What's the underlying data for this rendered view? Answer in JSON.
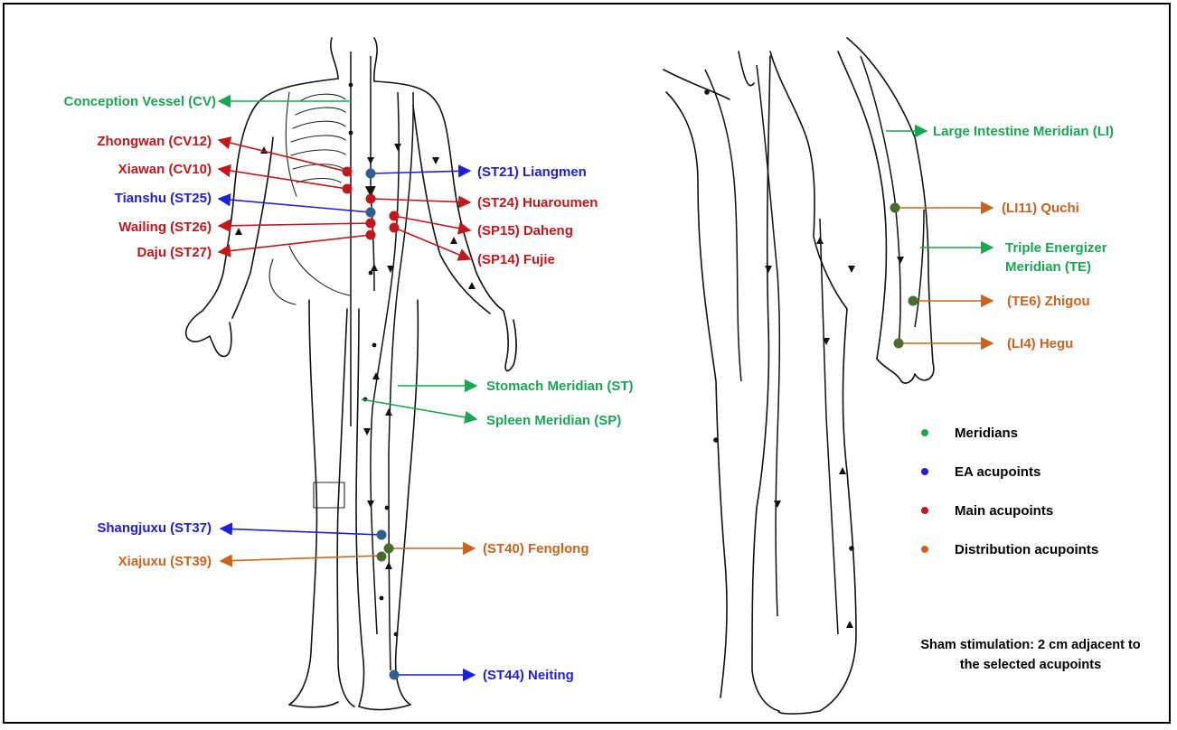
{
  "colors": {
    "meridian": "#1aa655",
    "ea": "#1f1fd8",
    "main": "#c0181c",
    "distribution": "#c8641e",
    "ea_dot": "#2f5f8f",
    "dist_dot": "#4a6a2e"
  },
  "labels": {
    "cv": "Conception Vessel (CV)",
    "cv12": "Zhongwan (CV12)",
    "cv10": "Xiawan (CV10)",
    "st25": "Tianshu (ST25)",
    "st26": "Wailing (ST26)",
    "st27": "Daju (ST27)",
    "st21": "(ST21) Liangmen",
    "st24": "(ST24) Huaroumen",
    "sp15": "(SP15) Daheng",
    "sp14": "(SP14) Fujie",
    "st_meridian": "Stomach Meridian (ST)",
    "sp_meridian": "Spleen Meridian (SP)",
    "st37": "Shangjuxu (ST37)",
    "st39": "Xiajuxu (ST39)",
    "st40": "(ST40) Fenglong",
    "st44": "(ST44) Neiting",
    "li_meridian": "Large Intestine Meridian (LI)",
    "li11": "(LI11) Quchi",
    "te_meridian_line1": "Triple Energizer",
    "te_meridian_line2": "Meridian (TE)",
    "te6": "(TE6) Zhigou",
    "li4": "(LI4) Hegu"
  },
  "legend": [
    {
      "label": "Meridians",
      "color": "#1aa655"
    },
    {
      "label": "EA acupoints",
      "color": "#1f1fd8"
    },
    {
      "label": "Main acupoints",
      "color": "#c0181c"
    },
    {
      "label": "Distribution acupoints",
      "color": "#c8641e"
    }
  ],
  "note": {
    "line1": "Sham stimulation: 2 cm adjacent to",
    "line2": "the selected acupoints"
  }
}
